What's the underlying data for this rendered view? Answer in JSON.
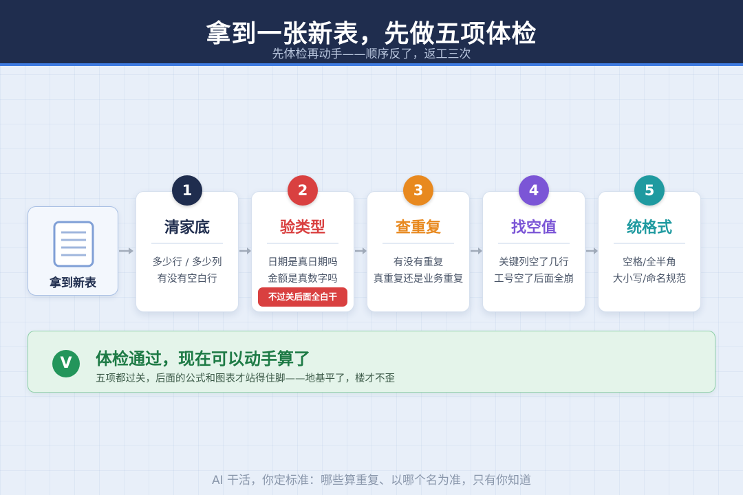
{
  "header": {
    "title": "拿到一张新表，先做五项体检",
    "subtitle": "先体检再动手——顺序反了，返工三次"
  },
  "start": {
    "label": "拿到新表",
    "icon": "document-icon"
  },
  "steps": [
    {
      "number": "1",
      "title": "清家底",
      "lines": [
        "多少行 / 多少列",
        "有没有空白行"
      ],
      "color": "#1f2d4e"
    },
    {
      "number": "2",
      "title": "验类型",
      "lines": [
        "日期是真日期吗",
        "金额是真数字吗"
      ],
      "warning": "不过关后面全白干",
      "color": "#d94040"
    },
    {
      "number": "3",
      "title": "查重复",
      "lines": [
        "有没有重复",
        "真重复还是业务重复"
      ],
      "color": "#e8891f"
    },
    {
      "number": "4",
      "title": "找空值",
      "lines": [
        "关键列空了几行",
        "工号空了后面全崩"
      ],
      "color": "#7b55d6"
    },
    {
      "number": "5",
      "title": "统格式",
      "lines": [
        "空格/全半角",
        "大小写/命名规范"
      ],
      "color": "#1f9aa0"
    }
  ],
  "pass": {
    "icon_text": "V",
    "title": "体检通过，现在可以动手算了",
    "desc": "五项都过关，后面的公式和图表才站得住脚——地基平了，楼才不歪",
    "color": "#23955b"
  },
  "footer": "AI 干活，你定标准：哪些算重复、以哪个名为准，只有你知道"
}
